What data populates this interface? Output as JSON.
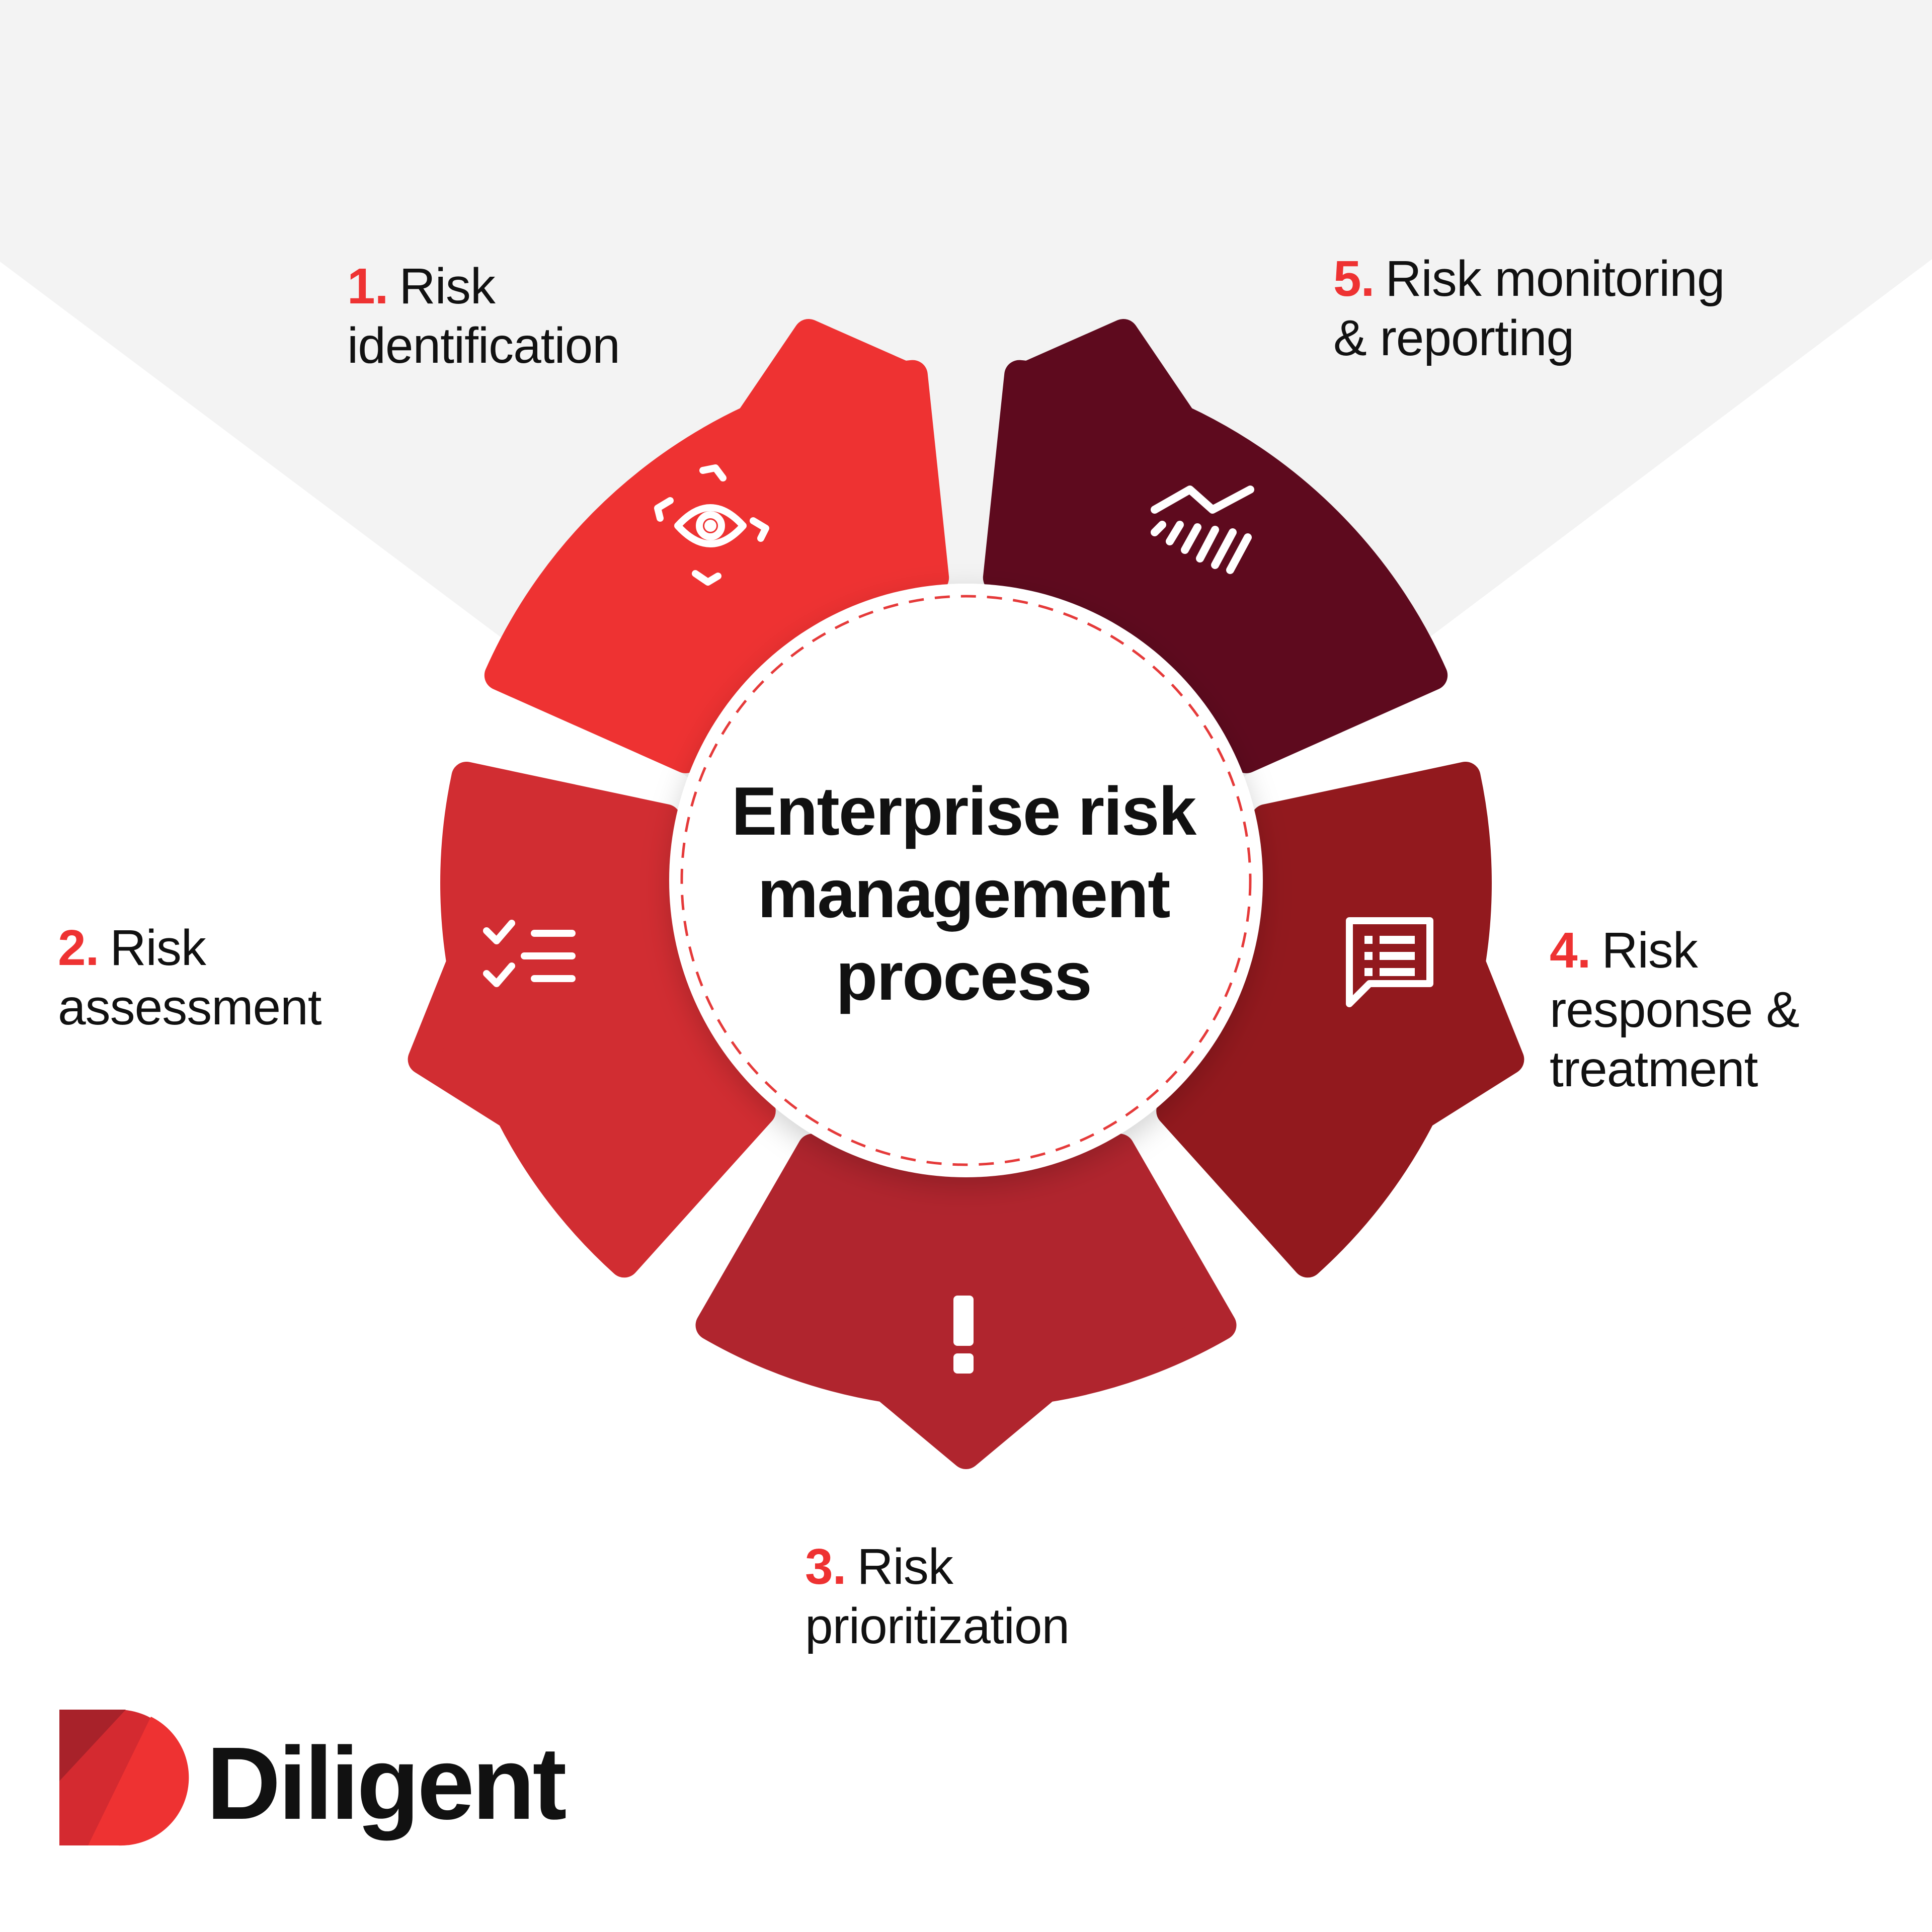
{
  "title": [
    "Enterprise risk",
    "management",
    "process"
  ],
  "steps": [
    {
      "number": "1.",
      "line1": "Risk",
      "line2": "identification",
      "line3": "",
      "color": "#ee3232",
      "icon": "eye-focus-icon"
    },
    {
      "number": "2.",
      "line1": "Risk",
      "line2": "assessment",
      "line3": "",
      "color": "#d12d32",
      "icon": "checklist-icon"
    },
    {
      "number": "3.",
      "line1": "Risk",
      "line2": "prioritization",
      "line3": "",
      "color": "#b0252e",
      "icon": "exclamation-icon"
    },
    {
      "number": "4.",
      "line1": "Risk",
      "line2": "response &",
      "line3": "treatment",
      "color": "#92191e",
      "icon": "message-list-icon"
    },
    {
      "number": "5.",
      "line1": "Risk monitoring",
      "line2": "& reporting",
      "line3": "",
      "color": "#5e0a1e",
      "icon": "chart-trend-icon"
    }
  ],
  "brand": {
    "name": "Diligent",
    "logo_colors": [
      "#a8222a",
      "#d42a30",
      "#ee3232"
    ]
  },
  "colors": {
    "accent": "#ee3232",
    "background_band": "#f3f3f3",
    "dashed_ring": "#e53a3a"
  }
}
